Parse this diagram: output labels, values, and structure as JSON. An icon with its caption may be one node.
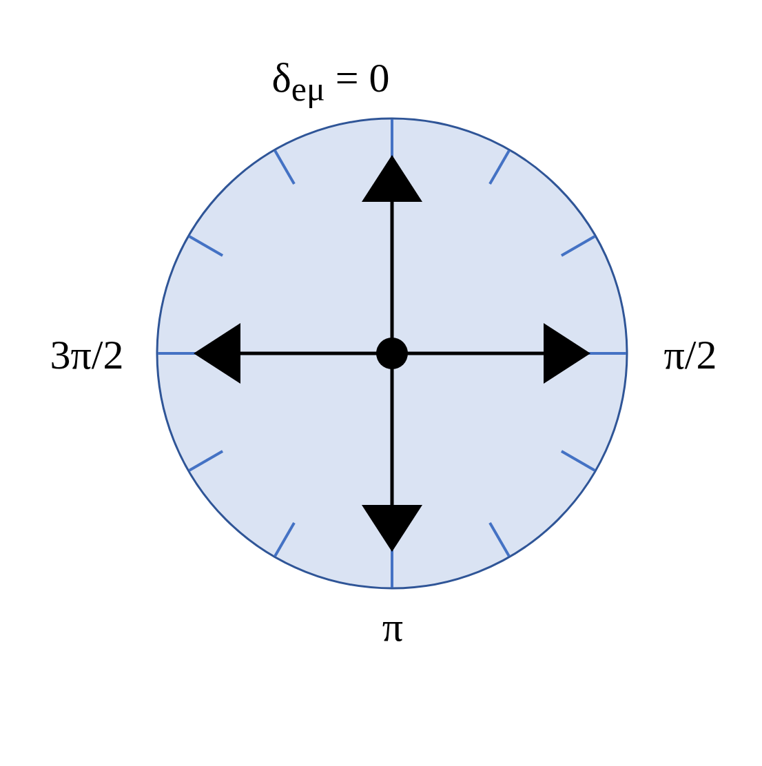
{
  "diagram": {
    "labels": [
      "δ$_{eμ}$ = 0",
      "π/2",
      "π",
      "3π/2"
    ]
  }
}
